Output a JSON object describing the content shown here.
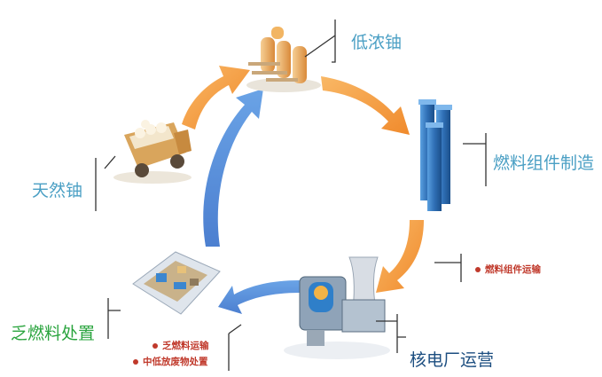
{
  "stages": {
    "low_enriched": "低浓铀",
    "natural": "天然铀",
    "fabrication": "燃料组件制造",
    "operation": "核电厂运营",
    "spent_disposal": "乏燃料处置"
  },
  "notes": {
    "assembly_transport": "燃料组件运输",
    "spent_transport": "乏燃料运输",
    "low_waste": "中低放废物处置"
  },
  "colors": {
    "orange_arrow": "#f5a04a",
    "blue_arrow": "#5b8fd6",
    "label_blue": "#4a9fc4",
    "label_green": "#2aa43e",
    "label_navy": "#1c4e80",
    "note_red": "#c0392b"
  },
  "icons": [
    "enrichment-tanks-icon",
    "mining-truck-icon",
    "fuel-assembly-icon",
    "nuclear-plant-icon",
    "disposal-facility-icon"
  ]
}
